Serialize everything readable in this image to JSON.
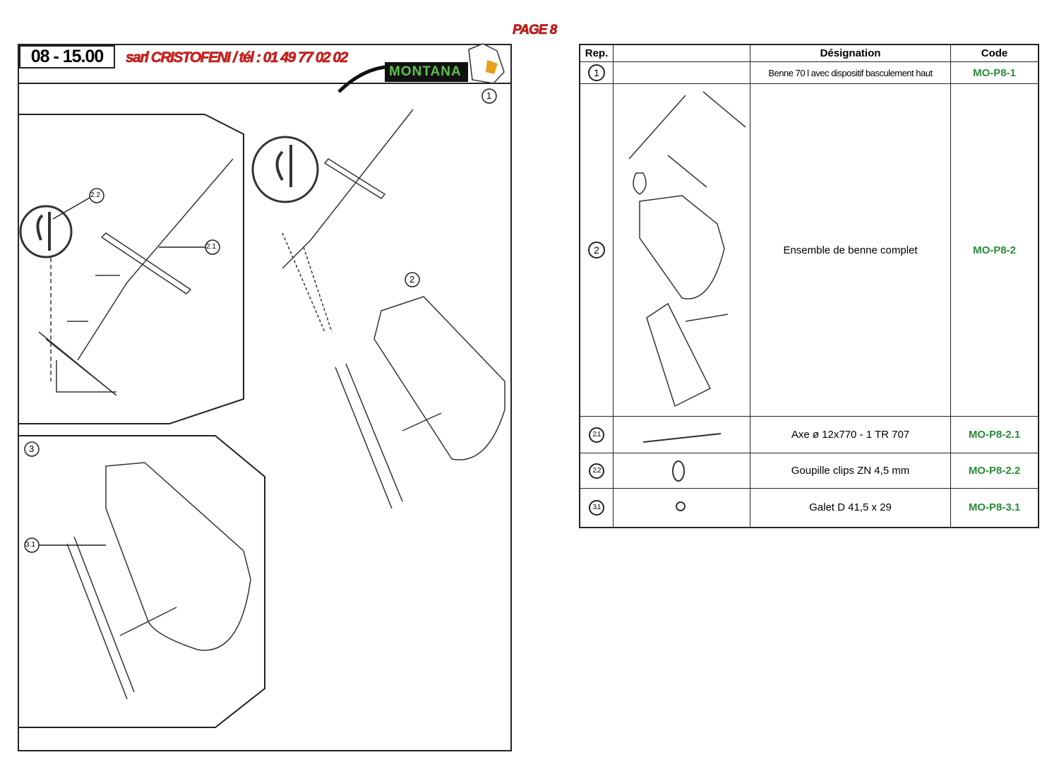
{
  "page_label": "PAGE 8",
  "header": {
    "reference": "08 - 15.00",
    "dealer": "sarl CRISTOFENI / tél : 01 49 77 02 02",
    "logo_text": "MONTANA"
  },
  "drawing": {
    "callouts": [
      "1",
      "2",
      "3",
      "2.1",
      "2.2",
      "3.1"
    ]
  },
  "table": {
    "headers": {
      "rep": "Rep.",
      "image": "",
      "designation": "Désignation",
      "code": "Code"
    },
    "rows": [
      {
        "rep": "1",
        "designation": "Benne 70 l avec dispositif basculement haut",
        "code": "MO-P8-1"
      },
      {
        "rep": "2",
        "designation": "Ensemble de benne complet",
        "code": "MO-P8-2"
      },
      {
        "rep": "2.1",
        "designation": "Axe ø 12x770 - 1 TR 707",
        "code": "MO-P8-2.1"
      },
      {
        "rep": "2.2",
        "designation": "Goupille clips ZN 4,5 mm",
        "code": "MO-P8-2.2"
      },
      {
        "rep": "3.1",
        "designation": "Galet D 41,5 x 29",
        "code": "MO-P8-3.1"
      }
    ]
  },
  "colors": {
    "brand_red": "#e0201a",
    "code_green": "#2b8a3a",
    "logo_green": "#5cc24d"
  }
}
